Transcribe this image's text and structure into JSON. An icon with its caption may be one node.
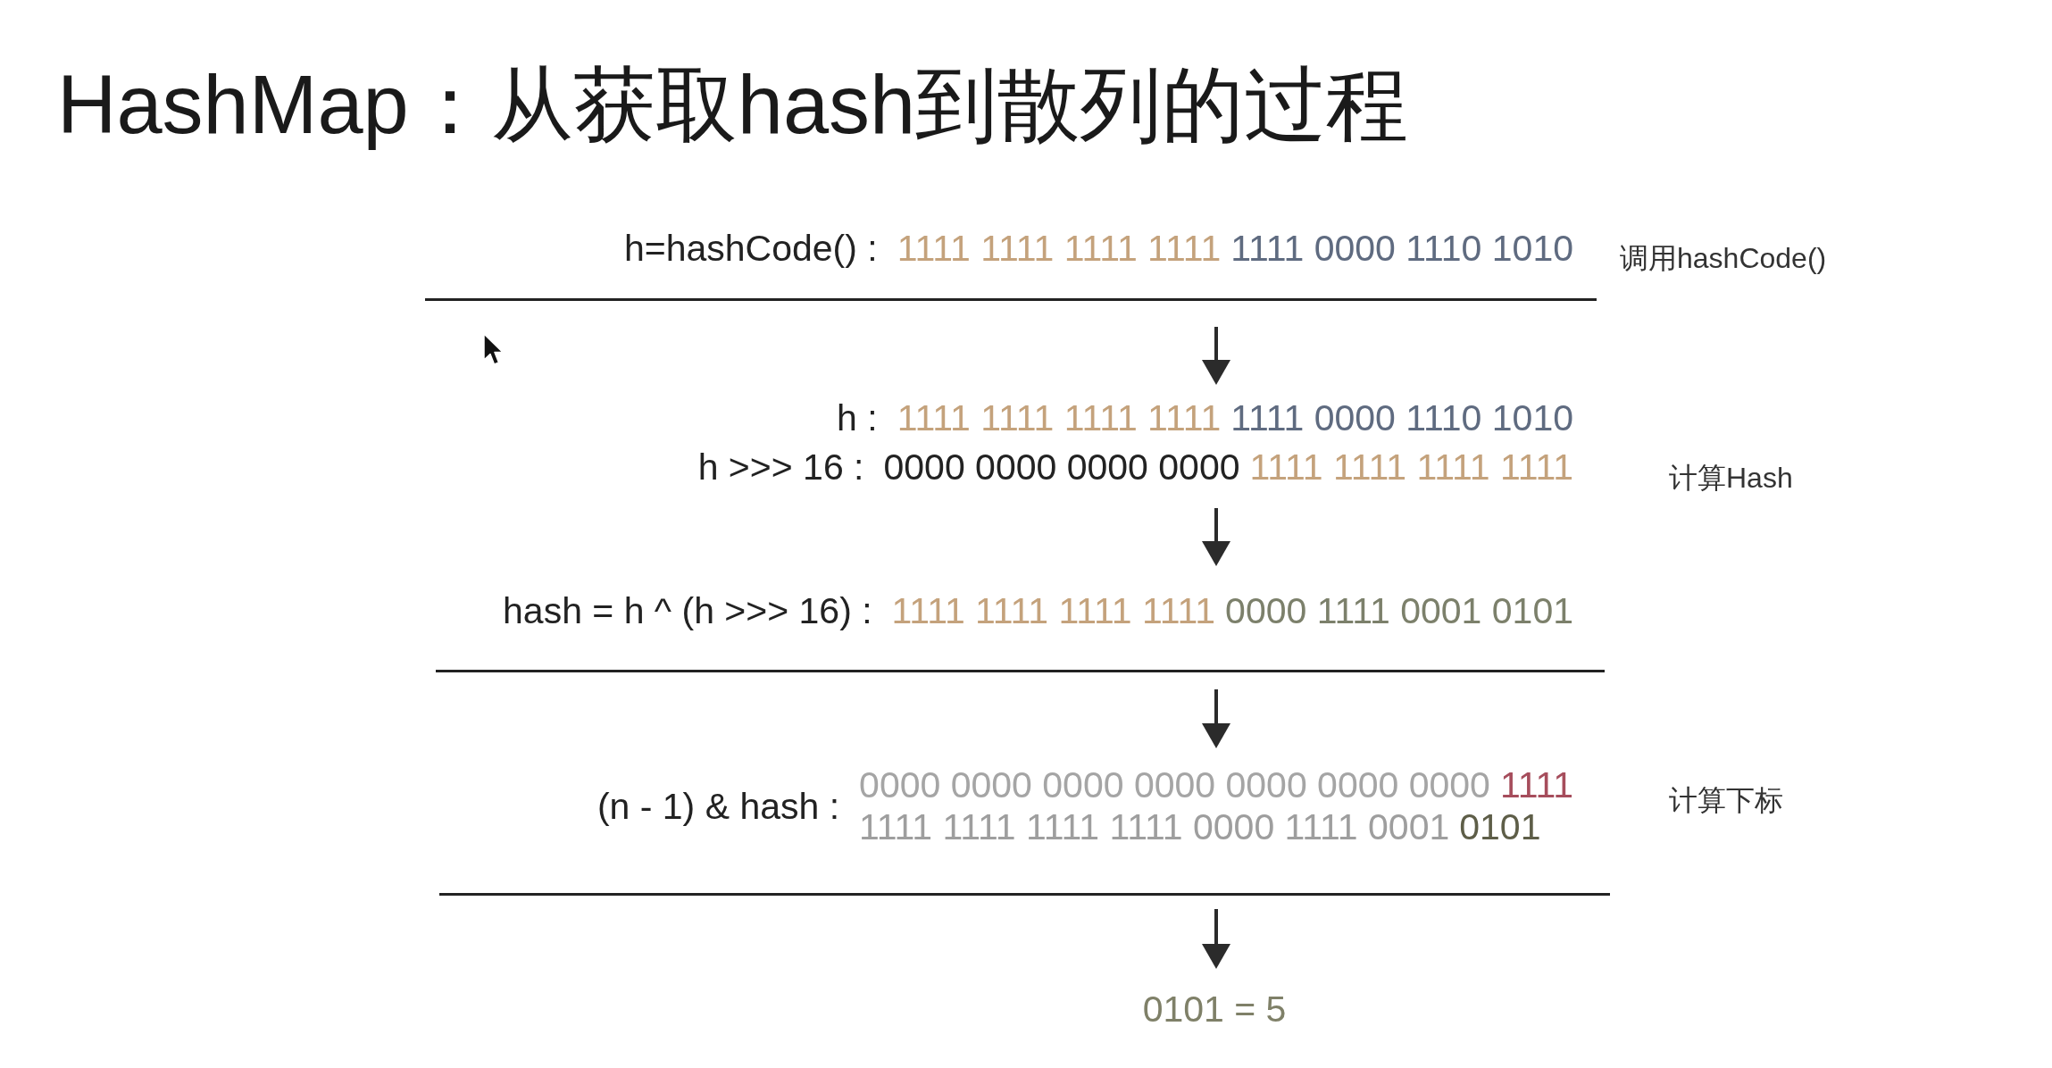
{
  "diagram": {
    "title": "HashMap：从获取hash到散列的过程",
    "nodes": [
      {
        "text": [
          "h=hashCode() :",
          "1111 1111 1111 1111",
          "1111 0000 1110 1010"
        ]
      },
      {
        "text": [
          "h :",
          "1111 1111 1111 1111",
          "1111 0000 1110 1010"
        ]
      },
      {
        "text": [
          "h >>> 16 :",
          "0000 0000 0000 0000",
          "1111 1111 1111 1111"
        ]
      },
      {
        "text": [
          "hash = h ^ (h >>> 16) :",
          "1111 1111 1111 1111",
          "0000 1111 0001 0101"
        ]
      },
      {
        "text": [
          "(n - 1) & hash :",
          "0000 0000 0000 0000 0000 0000 0000",
          "1111",
          "1111 1111 1111 1111 0000 1111 0001",
          "0101"
        ]
      },
      {
        "text": [
          "0101 = 5"
        ]
      }
    ],
    "edges": [
      {
        "from": 0,
        "to": 1,
        "arrow": "to"
      },
      {
        "from": 2,
        "to": 3,
        "arrow": "to"
      },
      {
        "from": 3,
        "to": 4,
        "arrow": "to"
      },
      {
        "from": 4,
        "to": 5,
        "arrow": "to"
      }
    ],
    "labels": [
      "调用hashCode()",
      "计算Hash",
      "计算下标"
    ]
  }
}
